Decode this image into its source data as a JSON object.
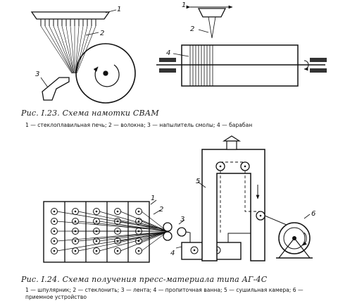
{
  "figure_1_23": {
    "callouts": {
      "c1": "1",
      "c2": "2",
      "c3": "3",
      "c4": "4",
      "c1b": "1",
      "c2b": "2"
    },
    "caption": "Рис. I.23. Схема намотки СВАМ",
    "legend": "1 — стеклоплавильная печь;  2 — волокна;  3 — напылитель смолы;  4 — барабан"
  },
  "figure_1_24": {
    "callouts": {
      "c1": "1",
      "c2": "2",
      "c3": "3",
      "c4": "4",
      "c5": "5",
      "c6": "6"
    },
    "caption": "Рис. I.24. Схема получения пресс-материала типа АГ-4С",
    "legend": "1 — шпулярник;  2 — стеклонить;  3 — лента;  4 — пропиточная ванна;  5 — сушильная камера;  6 — приемное устройство"
  }
}
